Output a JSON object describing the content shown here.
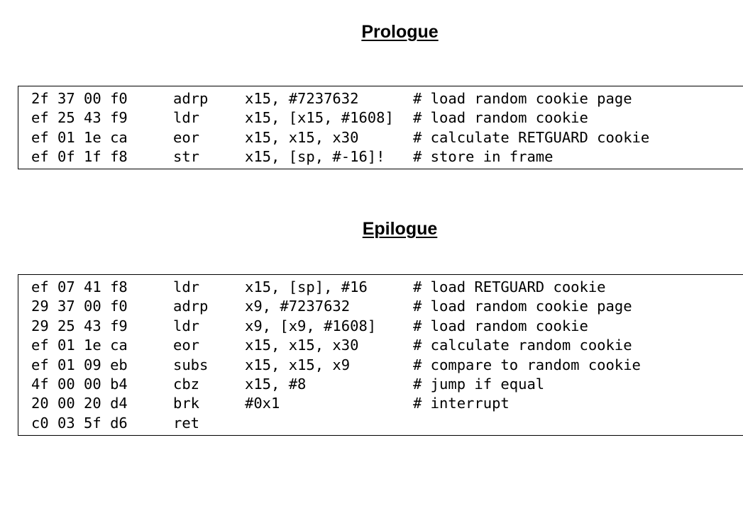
{
  "prologue": {
    "title": "Prologue",
    "rows": [
      {
        "bytes": "2f 37 00 f0",
        "op": "adrp",
        "args": "x15, #7237632",
        "comment": "# load random cookie page"
      },
      {
        "bytes": "ef 25 43 f9",
        "op": "ldr",
        "args": "x15, [x15, #1608]",
        "comment": "# load random cookie"
      },
      {
        "bytes": "ef 01 1e ca",
        "op": "eor",
        "args": "x15, x15, x30",
        "comment": "# calculate RETGUARD cookie"
      },
      {
        "bytes": "ef 0f 1f f8",
        "op": "str",
        "args": "x15, [sp, #-16]!",
        "comment": "# store in frame"
      }
    ]
  },
  "epilogue": {
    "title": "Epilogue",
    "rows": [
      {
        "bytes": "ef 07 41 f8",
        "op": "ldr",
        "args": "x15, [sp], #16",
        "comment": "# load RETGUARD cookie"
      },
      {
        "bytes": "29 37 00 f0",
        "op": "adrp",
        "args": "x9, #7237632",
        "comment": "# load random cookie page"
      },
      {
        "bytes": "29 25 43 f9",
        "op": "ldr",
        "args": "x9, [x9, #1608]",
        "comment": "# load random cookie"
      },
      {
        "bytes": "ef 01 1e ca",
        "op": "eor",
        "args": "x15, x15, x30",
        "comment": "# calculate random cookie"
      },
      {
        "bytes": "ef 01 09 eb",
        "op": "subs",
        "args": "x15, x15, x9",
        "comment": "# compare to random cookie"
      },
      {
        "bytes": "4f 00 00 b4",
        "op": "cbz",
        "args": "x15, #8",
        "comment": "# jump if equal"
      },
      {
        "bytes": "20 00 20 d4",
        "op": "brk",
        "args": "#0x1",
        "comment": "# interrupt"
      },
      {
        "bytes": "c0 03 5f d6",
        "op": "ret",
        "args": "",
        "comment": ""
      }
    ]
  }
}
